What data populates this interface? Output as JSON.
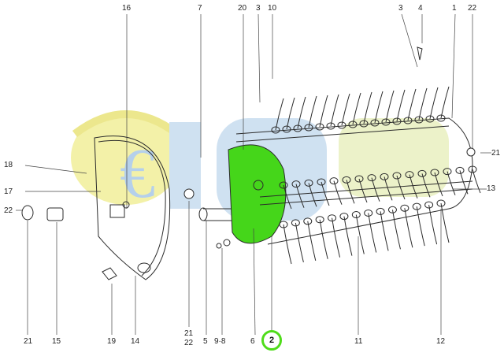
{
  "callouts": {
    "c1": "1",
    "c2": "2",
    "c3a": "3",
    "c3b": "3",
    "c4": "4",
    "c5": "5",
    "c6": "6",
    "c7": "7",
    "c98": "9·8",
    "c10": "10",
    "c11": "11",
    "c12": "12",
    "c13": "13",
    "c14": "14",
    "c15": "15",
    "c16": "16",
    "c17": "17",
    "c18": "18",
    "c19": "19",
    "c20": "20",
    "c21a": "21",
    "c21b": "21",
    "c21c": "21",
    "c22a": "22",
    "c22b": "22",
    "c22c": "22"
  },
  "highlight": {
    "part": "2",
    "color": "#4fdc1a"
  },
  "colors": {
    "watermark_yellow": "#f2ef9a",
    "watermark_blue": "#c7dcef",
    "line": "#2b2b2b",
    "part_fill": "#45d61a"
  }
}
